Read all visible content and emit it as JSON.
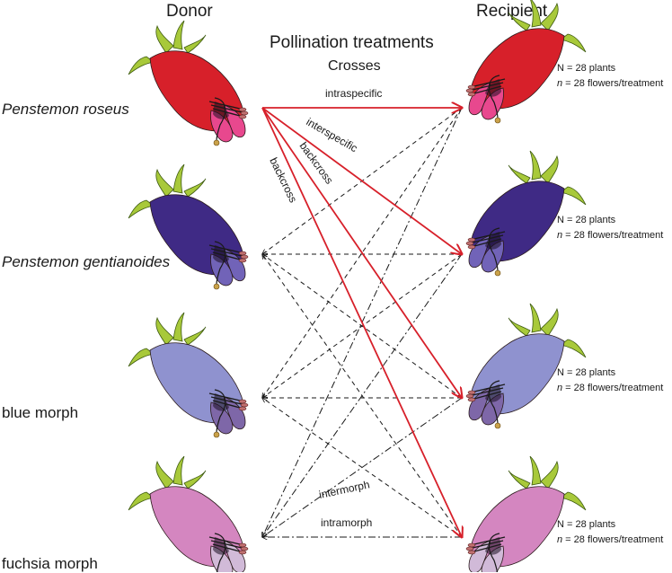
{
  "headers": {
    "donor": "Donor",
    "recipient": "Recipient",
    "treatments_title": "Pollination treatments",
    "treatments_subtitle": "Crosses"
  },
  "donors": [
    {
      "label": "Penstemon roseus",
      "color": "#d7202a",
      "lip": "#e8488e"
    },
    {
      "label": "Penstemon gentianoides",
      "color": "#3f2a85",
      "lip": "#7163b8"
    },
    {
      "label": "blue morph",
      "color": "#8f92cf",
      "lip": "#7e67a8"
    },
    {
      "label": "fuchsia morph",
      "color": "#d486c0",
      "lip": "#d1bad8"
    }
  ],
  "recipients": [
    {
      "n_plants": "N = 28 plants",
      "n_flowers_prefix": "n",
      "n_flowers_rest": " = 28 flowers/treatment",
      "color": "#d7202a",
      "lip": "#e8488e"
    },
    {
      "n_plants": "N = 28 plants",
      "n_flowers_prefix": "n",
      "n_flowers_rest": " = 28 flowers/treatment",
      "color": "#3f2a85",
      "lip": "#7163b8"
    },
    {
      "n_plants": "N = 28 plants",
      "n_flowers_prefix": "n",
      "n_flowers_rest": " = 28 flowers/treatment",
      "color": "#8f92cf",
      "lip": "#7e67a8"
    },
    {
      "n_plants": "N = 28 plants",
      "n_flowers_prefix": "n",
      "n_flowers_rest": " = 28 flowers/treatment",
      "color": "#d486c0",
      "lip": "#d1bad8"
    }
  ],
  "cross_labels": {
    "intraspecific": "intraspecific",
    "interspecific": "interspecific",
    "backcross_a": "backcross",
    "backcross_b": "backcross",
    "intermorph": "intermorph",
    "intramorph": "intramorph"
  },
  "crosses": {
    "solid_red": [
      [
        0,
        0
      ],
      [
        0,
        1
      ],
      [
        0,
        2
      ],
      [
        0,
        3
      ]
    ],
    "dashed": [
      [
        1,
        0
      ],
      [
        1,
        1
      ],
      [
        1,
        2
      ],
      [
        1,
        3
      ],
      [
        2,
        0
      ],
      [
        2,
        1
      ],
      [
        2,
        2
      ],
      [
        2,
        3
      ]
    ],
    "dashdot": [
      [
        3,
        0
      ],
      [
        3,
        1
      ],
      [
        3,
        2
      ],
      [
        3,
        3
      ]
    ]
  },
  "colors": {
    "red_arrow": "#d7202a",
    "dashed_line": "#1a1a1a",
    "calyx": "#a8c93a",
    "anther": "#c07070"
  }
}
